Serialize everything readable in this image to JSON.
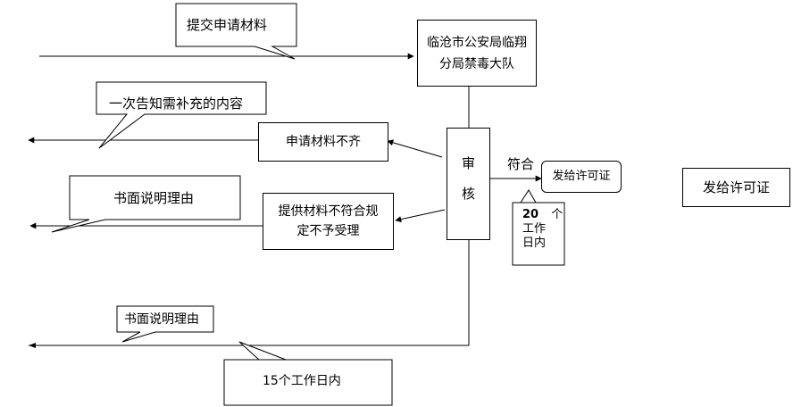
{
  "nodes": {
    "authority": "临沧市公安局临翔分局禁毒大队",
    "review": "审核",
    "incomplete": "申请材料不齐",
    "noncompliant": "提供材料不符合规定不予受理",
    "permit_small": "发给许可证",
    "permit": "发给许可证"
  },
  "callouts": {
    "submit": "提交申请材料",
    "notify": "一次告知需补充的内容",
    "reason_1": "书面说明理由",
    "reason_2": "书面说明理由",
    "days_20_num": "20",
    "days_20_unit": "个",
    "days_20_rest": "工作日内",
    "days_15": "15个工作日内"
  },
  "labels": {
    "meets": "符合"
  }
}
